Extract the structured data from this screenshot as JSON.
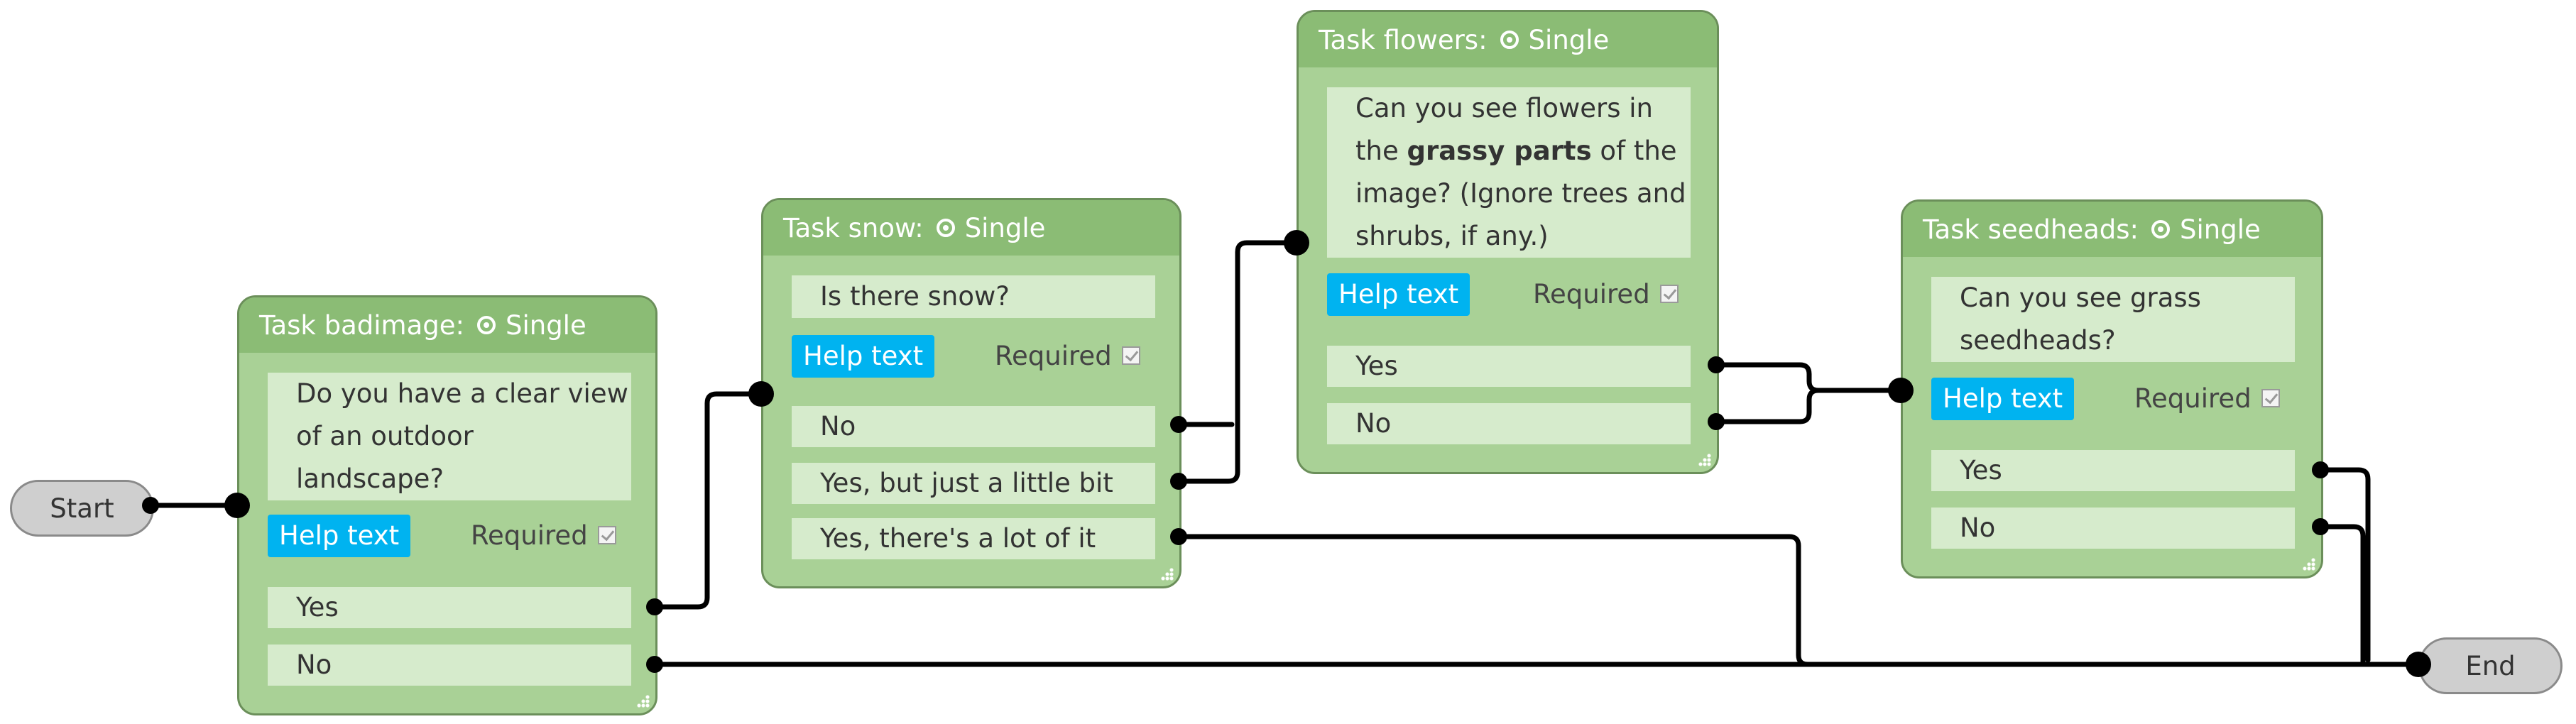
{
  "start": {
    "label": "Start"
  },
  "end": {
    "label": "End"
  },
  "help_label": "Help text",
  "required_label": "Required",
  "tasks": {
    "badimage": {
      "name": "Task badimage:",
      "type": "Single",
      "question": [
        "Do you have a clear view",
        "of an outdoor",
        "landscape?"
      ],
      "answers": [
        "Yes",
        "No"
      ]
    },
    "snow": {
      "name": "Task snow:",
      "type": "Single",
      "question": [
        "Is there snow?"
      ],
      "answers": [
        "No",
        "Yes, but just a little bit",
        "Yes, there's a lot of it"
      ]
    },
    "flowers": {
      "name": "Task flowers:",
      "type": "Single",
      "question": {
        "line1": "Can you see flowers in",
        "line2_pre": "the ",
        "line2_bold": "grassy parts",
        "line2_post": " of the",
        "line3": "image? (Ignore trees and",
        "line4": "shrubs, if any.)"
      },
      "answers": [
        "Yes",
        "No"
      ]
    },
    "seedheads": {
      "name": "Task seedheads:",
      "type": "Single",
      "question": [
        "Can you see grass",
        "seedheads?"
      ],
      "answers": [
        "Yes",
        "No"
      ]
    }
  },
  "colors": {
    "task_body": "#a9d196",
    "task_header": "#8bbc75",
    "field": "#d6ebcc",
    "help_button": "#00b3f0",
    "terminal": "#cfcfcf",
    "wire": "#000000"
  }
}
